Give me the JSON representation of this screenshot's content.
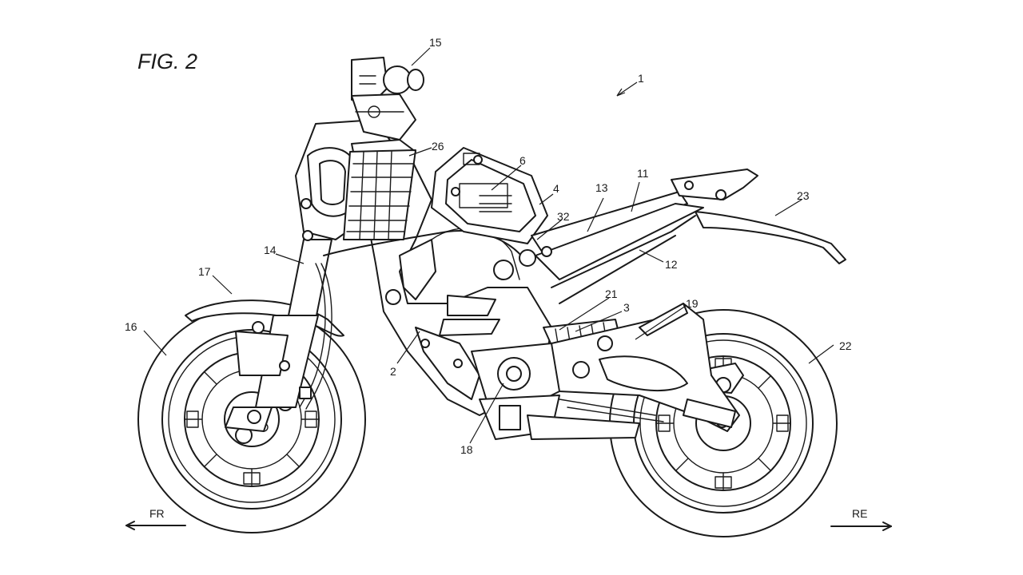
{
  "figure_title": "FIG. 2",
  "reference_numerals": {
    "n1": "1",
    "n2": "2",
    "n3": "3",
    "n4": "4",
    "n6": "6",
    "n11": "11",
    "n12": "12",
    "n13": "13",
    "n14": "14",
    "n15": "15",
    "n16": "16",
    "n17": "17",
    "n18": "18",
    "n19": "19",
    "n21": "21",
    "n22": "22",
    "n23": "23",
    "n26": "26",
    "n32": "32"
  },
  "direction_labels": {
    "front": "FR",
    "rear": "RE"
  }
}
